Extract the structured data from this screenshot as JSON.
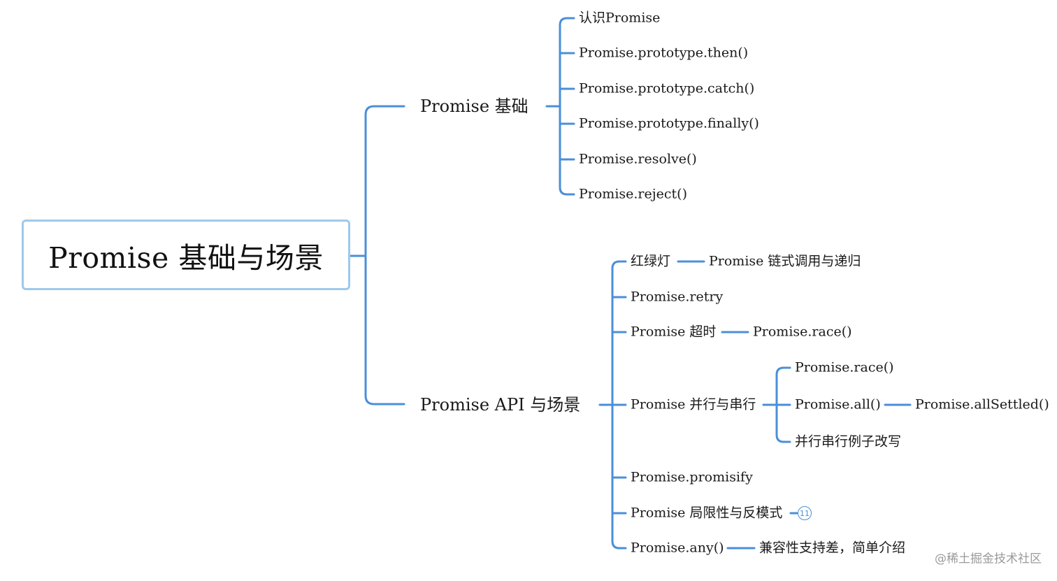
{
  "root": {
    "title": "Promise 基础与场景"
  },
  "branches": {
    "basics": {
      "label": "Promise 基础",
      "items": [
        "认识Promise",
        "Promise.prototype.then()",
        "Promise.prototype.catch()",
        "Promise.prototype.finally()",
        "Promise.resolve()",
        "Promise.reject()"
      ]
    },
    "api": {
      "label": "Promise API 与场景",
      "traffic_light": {
        "label": "红绿灯",
        "child": "Promise 链式调用与递归"
      },
      "retry": {
        "label": "Promise.retry"
      },
      "timeout": {
        "label": "Promise 超时",
        "child": "Promise.race()"
      },
      "parallel": {
        "label": "Promise 并行与串行",
        "race": "Promise.race()",
        "all": "Promise.all()",
        "all_settled": "Promise.allSettled()",
        "rewrite": "并行串行例子改写"
      },
      "promisify": {
        "label": "Promise.promisify"
      },
      "limits": {
        "label": "Promise 局限性与反模式",
        "badge": "11"
      },
      "any": {
        "label": "Promise.any()",
        "child": "兼容性支持差，简单介绍"
      }
    }
  },
  "watermark": "@稀土掘金技术社区",
  "colors": {
    "line": "#4a8fd9",
    "root_border": "#9ec9ec"
  }
}
